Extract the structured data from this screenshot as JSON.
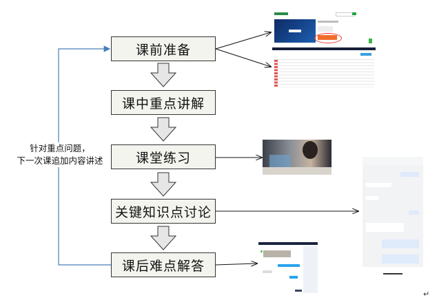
{
  "steps": [
    {
      "label": "课前准备"
    },
    {
      "label": "课中重点讲解"
    },
    {
      "label": "课堂练习"
    },
    {
      "label": "关键知识点讨论"
    },
    {
      "label": "课后难点解答"
    }
  ],
  "feedback_note": {
    "line1": "针对重点问题，",
    "line2": "下一次课追加内容讲述"
  },
  "images": [
    "mooc-course-page-screenshot",
    "course-resource-list-screenshot",
    "classroom-practice-photo",
    "mobile-chat-discussion-screenshot",
    "online-qa-chat-screenshot"
  ],
  "colors": {
    "box_fill": "#f3f4ee",
    "feedback_line": "#4a7ebb",
    "arrow_fill": "#e6e6e6"
  },
  "paragraph_mark": "↵"
}
